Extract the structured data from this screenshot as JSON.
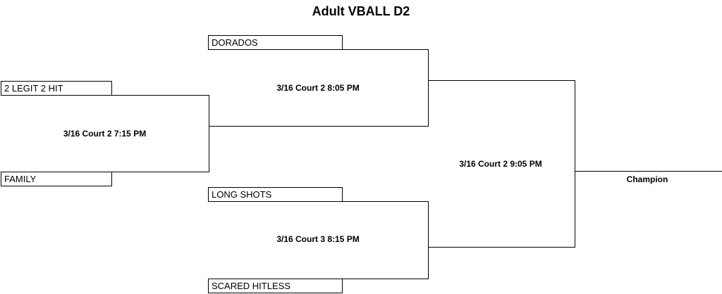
{
  "title": "Adult VBALL D2",
  "round1": {
    "teams": [
      "2 LEGIT 2 HIT",
      "FAMILY"
    ],
    "game": "3/16 Court 2 7:15 PM"
  },
  "round2": {
    "top": {
      "teams": [
        "DORADOS",
        ""
      ],
      "game": "3/16 Court 2 8:05 PM"
    },
    "bottom": {
      "teams": [
        "LONG SHOTS",
        "SCARED HITLESS"
      ],
      "game": "3/16 Court 3 8:15 PM"
    }
  },
  "final": {
    "game": "3/16 Court 2 9:05 PM",
    "label": "Champion"
  }
}
